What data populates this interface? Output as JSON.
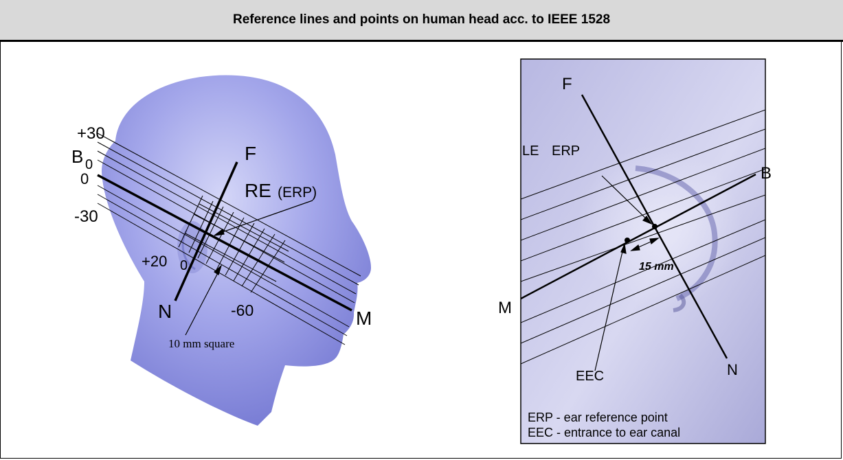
{
  "title": "Reference lines and points on human head acc. to IEEE 1528",
  "left_figure": {
    "labels": {
      "plus30": "+30",
      "b": "B",
      "zero_top": "0",
      "zero_left": "0",
      "minus30": "-30",
      "f": "F",
      "re": "RE",
      "erp": "(ERP)",
      "plus20": "+20",
      "zero_bottom": "0",
      "n": "N",
      "minus60": "-60",
      "m": "M",
      "square": "10 mm square"
    }
  },
  "right_figure": {
    "labels": {
      "f": "F",
      "le": "LE",
      "erp": "ERP",
      "b": "B",
      "m": "M",
      "mm15": "15 mm",
      "eec": "EEC",
      "n": "N"
    },
    "legend": [
      "ERP - ear reference point",
      "EEC - entrance to ear canal"
    ]
  },
  "colors": {
    "head": "#8a8ee0",
    "head_light": "#c6c8f2",
    "panel_bg": "#c4c4e6",
    "header_bg": "#d9d9d9"
  }
}
